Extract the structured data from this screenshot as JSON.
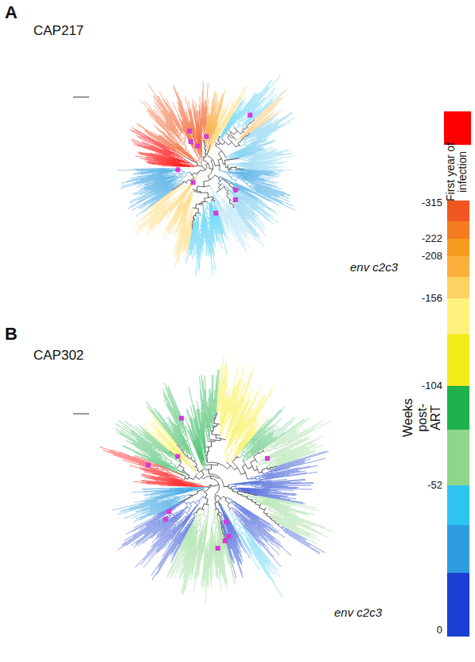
{
  "diagram": {
    "labels": [
      "A",
      "CAP217",
      "env c2c3",
      "B",
      "CAP302",
      "env c2c3",
      "Weeks post-ART",
      "-315",
      "-222",
      "-208",
      "-156",
      "-104",
      "-52",
      "0"
    ],
    "legend": [
      {
        "text": "First year of infection",
        "color": "#ff0000"
      }
    ]
  }
}
